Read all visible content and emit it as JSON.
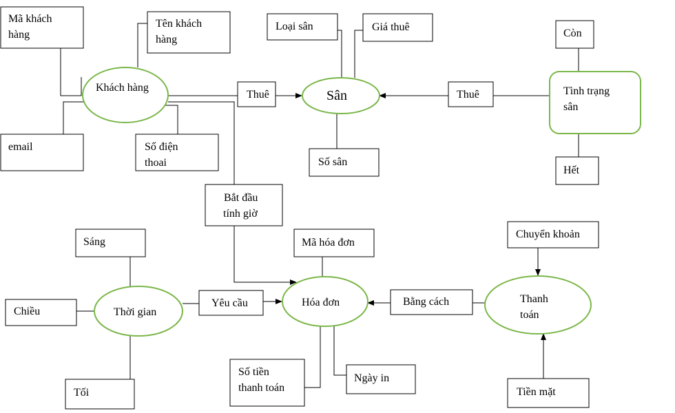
{
  "diagram": {
    "colors": {
      "ellipse_stroke": "#7ab648",
      "box_stroke": "#000000",
      "line": "#000000",
      "text": "#000000"
    },
    "entities": {
      "khach_hang": "Khách hàng",
      "san": "Sân",
      "tinh_trang_san": [
        "Tình trạng",
        "sân"
      ],
      "thoi_gian": "Thời gian",
      "hoa_don": "Hóa đơn",
      "thanh_toan": [
        "Thanh",
        "toán"
      ]
    },
    "attributes": {
      "ma_khach_hang": [
        "Mã khách",
        "hàng"
      ],
      "ten_khach_hang": [
        "Tên khách",
        "hàng"
      ],
      "email": "email",
      "so_dien_thoai": [
        "Số điện",
        "thoai"
      ],
      "loai_san": "Loại sân",
      "gia_thue": "Giá thuê",
      "so_san": "Số sân",
      "con": "Còn",
      "het": "Hết",
      "sang": "Sáng",
      "chieu": "Chiều",
      "toi": "Tối",
      "ma_hoa_don": "Mã hóa đơn",
      "so_tien_thanh_toan": [
        "Số tiền",
        "thanh toán"
      ],
      "ngay_in": "Ngày in",
      "chuyen_khoan": "Chuyển khoản",
      "tien_mat": "Tiền mặt"
    },
    "relationships": {
      "thue_1": "Thuê",
      "thue_2": "Thuê",
      "bat_dau_tinh_gio": [
        "Bắt đầu",
        "tính giờ"
      ],
      "yeu_cau": "Yêu cầu",
      "bang_cach": "Bằng cách"
    }
  }
}
